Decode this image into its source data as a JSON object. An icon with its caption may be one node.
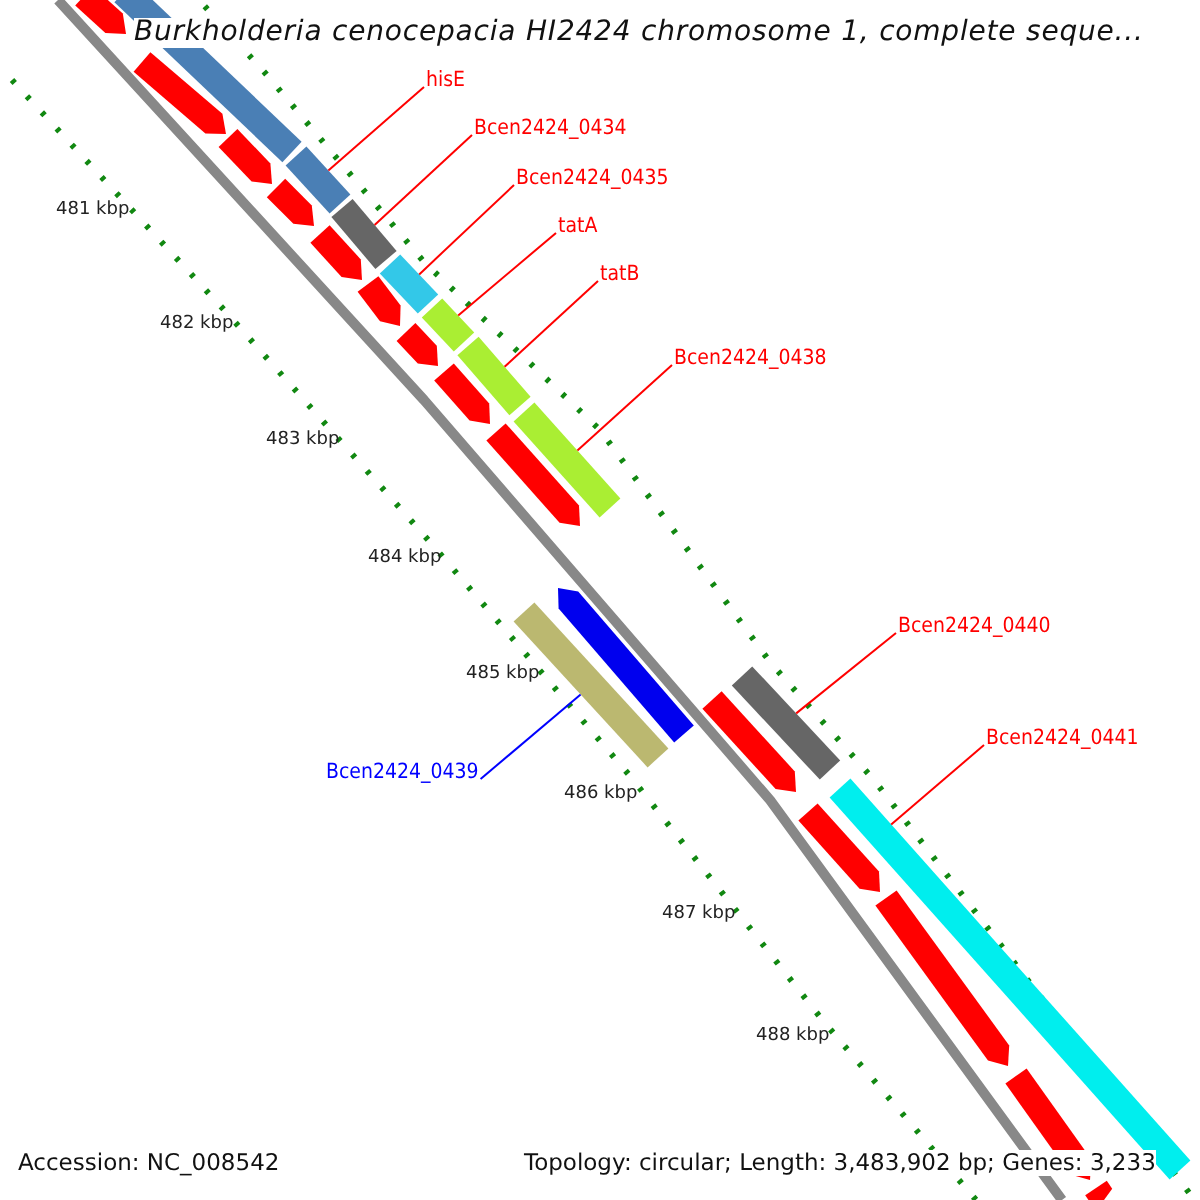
{
  "diagram": {
    "title": "Burkholderia cenocepacia HI2424 chromosome 1, complete seque...",
    "nodes": [
      {
        "text": [
          "hisE"
        ]
      },
      {
        "text": [
          "Bcen2424_0434"
        ]
      },
      {
        "text": [
          "Bcen2424_0435"
        ]
      },
      {
        "text": [
          "tatA"
        ]
      },
      {
        "text": [
          "tatB"
        ]
      },
      {
        "text": [
          "Bcen2424_0438"
        ]
      },
      {
        "text": [
          "Bcen2424_0440"
        ]
      },
      {
        "text": [
          "Bcen2424_0441"
        ]
      },
      {
        "text": [
          "Bcen2424_0439"
        ]
      },
      {
        "text": [],
        "shape": "bar"
      },
      {
        "text": [],
        "shape": "bar"
      },
      {
        "text": [],
        "shape": "bar"
      },
      {
        "text": [],
        "shape": "bar"
      },
      {
        "text": [],
        "shape": "bar"
      },
      {
        "text": [],
        "shape": "bar"
      },
      {
        "text": [],
        "shape": "bar"
      },
      {
        "text": [],
        "shape": "bar"
      },
      {
        "text": [],
        "shape": "bar"
      },
      {
        "text": [],
        "shape": "bar"
      },
      {
        "text": [],
        "shape": "arrow"
      },
      {
        "text": [],
        "shape": "arrow"
      },
      {
        "text": [],
        "shape": "arrow"
      },
      {
        "text": [],
        "shape": "arrow"
      },
      {
        "text": [],
        "shape": "arrow"
      },
      {
        "text": [],
        "shape": "arrow"
      },
      {
        "text": [],
        "shape": "arrow"
      },
      {
        "text": [],
        "shape": "arrow"
      },
      {
        "text": [],
        "shape": "arrow"
      },
      {
        "text": [],
        "shape": "arrow"
      },
      {
        "text": [],
        "shape": "arrow"
      },
      {
        "text": [],
        "shape": "arrow"
      },
      {
        "text": [],
        "shape": "arrow"
      },
      {
        "text": [],
        "shape": "arrow"
      },
      {
        "text": [],
        "shape": "arrow"
      }
    ],
    "edges": [
      {
        "from": 0,
        "to": 9,
        "arrow": "none"
      },
      {
        "from": 1,
        "to": 10,
        "arrow": "none"
      },
      {
        "from": 2,
        "to": 11,
        "arrow": "none"
      },
      {
        "from": 3,
        "to": 12,
        "arrow": "none"
      },
      {
        "from": 4,
        "to": 13,
        "arrow": "none"
      },
      {
        "from": 5,
        "to": 14,
        "arrow": "none"
      },
      {
        "from": 6,
        "to": 15,
        "arrow": "none"
      },
      {
        "from": 7,
        "to": 16,
        "arrow": "none"
      },
      {
        "from": 8,
        "to": 17,
        "arrow": "none",
        "color": "#0000ff"
      }
    ],
    "labels": [
      "481 kbp",
      "482 kbp",
      "483 kbp",
      "484 kbp",
      "485 kbp",
      "486 kbp",
      "487 kbp",
      "488 kbp",
      "Accession: NC_008542",
      "Topology: circular; Length: 3,483,902 bp; Genes: 3,233"
    ]
  }
}
